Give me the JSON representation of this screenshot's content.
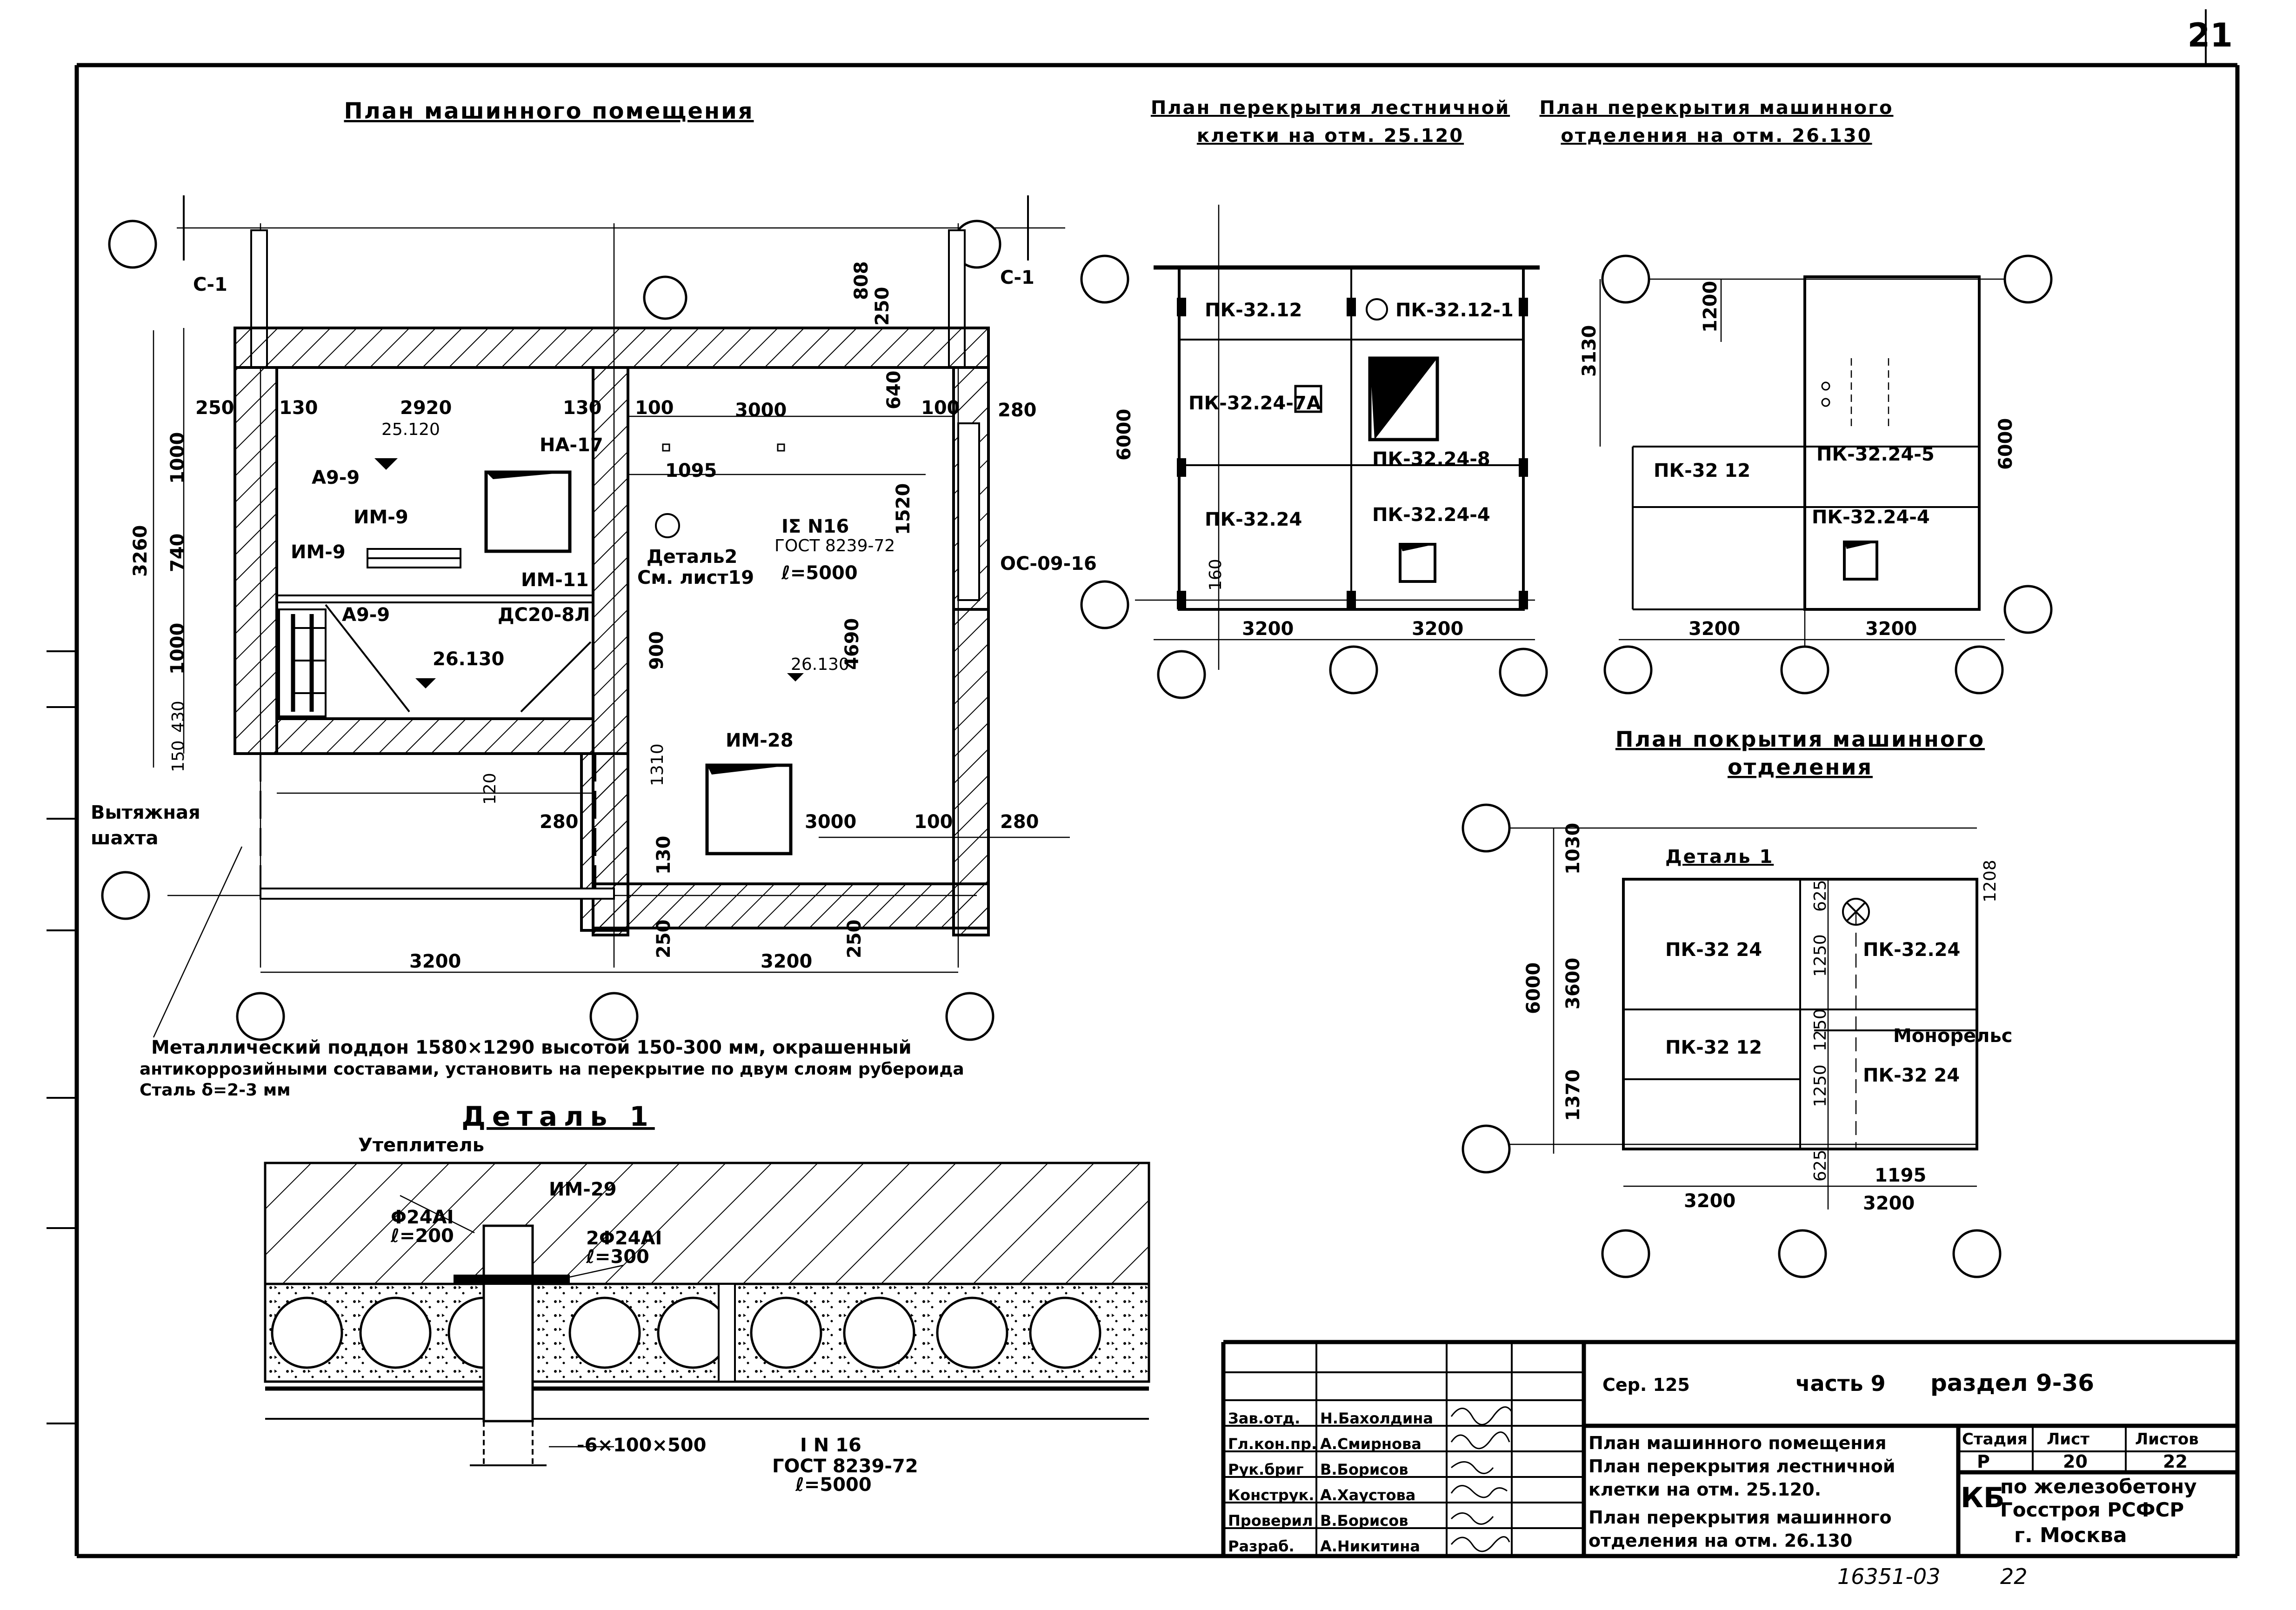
{
  "page_number": "21",
  "titles": {
    "machine_room_plan": "План машинного помещения",
    "stair_slab_plan_l1": "План перекрытия лестничной",
    "stair_slab_plan_l2": "клетки на отм. 25.120",
    "machine_slab_plan_l1": "План перекрытия машинного",
    "machine_slab_plan_l2": "отделения на отм. 26.130",
    "roof_plan_l1": "План покрытия машинного",
    "roof_plan_l2": "отделения",
    "detail_1": "Деталь 1"
  },
  "machine_room": {
    "labels": {
      "c1_left": "С-1",
      "c1_right": "С-1",
      "na17": "НА-17",
      "im9_a": "ИМ-9",
      "im9_b": "ИМ-9",
      "im11": "ИМ-11",
      "a9_a": "А9-9",
      "a9_b": "А9-9",
      "ds20": "ДС20-8Л",
      "detail2_a": "Деталь2",
      "detail2_b": "См. лист19",
      "beam_a": "ΙΣ N16",
      "beam_b": "ГОСТ 8239-72",
      "beam_c": "ℓ=5000",
      "im28": "ИМ-28",
      "os": "ОС-09-16",
      "shaft_a": "Вытяжная",
      "shaft_b": "шахта",
      "lvl_25120": "25.120",
      "lvl_26130_a": "26.130",
      "lvl_26130_b": "26.130"
    },
    "dims": {
      "d2920": "2920",
      "d3000a": "3000",
      "d3000b": "3000",
      "d130a": "130",
      "d130b": "130",
      "d130c": "130",
      "d100a": "100",
      "d100b": "100",
      "d100c": "100",
      "d250a": "250",
      "d250b": "250",
      "d250c": "250",
      "d250d": "250",
      "d280a": "280",
      "d280b": "280",
      "d280c": "280",
      "d640": "640",
      "d808": "808",
      "d1095": "1095",
      "d1520": "1520",
      "d4690": "4690",
      "d900": "900",
      "d1310": "1310",
      "d120": "120",
      "d3260": "3260",
      "d1000a": "1000",
      "d740": "740",
      "d1000b": "1000",
      "d430": "430",
      "d150": "150",
      "d3200a": "3200",
      "d3200b": "3200"
    },
    "note_l1": "Металлический поддон 1580×1290 высотой 150-300 мм, окрашенный",
    "note_l2": "антикоррозийными составами, установить на перекрытие по двум слоям рубероида",
    "note_l3": "Сталь δ=2-3 мм"
  },
  "stair_slab": {
    "labels": [
      "ПК-32.12",
      "ПК-32.12-1",
      "ПК-32.24-7А",
      "ПК-32.24-8",
      "ПК-32.24",
      "ПК-32.24-4"
    ],
    "dims": {
      "d6000": "6000",
      "d3200a": "3200",
      "d3200b": "3200",
      "d160": "160"
    }
  },
  "machine_slab": {
    "labels": [
      "ПК-32 12",
      "ПК-32.24-5",
      "ПК-32.24-4"
    ],
    "dims": {
      "d3130": "3130",
      "d1200": "1200",
      "d6000": "6000",
      "d3200a": "3200",
      "d3200b": "3200"
    }
  },
  "roof_plan": {
    "labels": {
      "detail": "Деталь 1",
      "pk_a": "ПК-32 24",
      "pk_b": "ПК-32.24",
      "pk_c": "ПК-32 12",
      "pk_d": "ПК-32 24",
      "monorail": "Монорельс"
    },
    "dims": {
      "d6000": "6000",
      "d1030": "1030",
      "d3600": "3600",
      "d1370": "1370",
      "d625a": "625",
      "d1250a": "1250",
      "d1250b": "1250",
      "d1250c": "1250",
      "d625b": "625",
      "d1208": "1208",
      "d1195": "1195",
      "d3200a": "3200",
      "d3200b": "3200"
    }
  },
  "detail_1": {
    "insulation": "Утеплитель",
    "im29": "ИМ-29",
    "rebar_a": "Φ24АΙ",
    "len_a": "ℓ=200",
    "rebar_b": "2Φ24АΙ",
    "len_b": "ℓ=300",
    "plate": "-6×100×500",
    "beam_a": "I N 16",
    "beam_b": "ГОСТ 8239-72",
    "beam_c": "ℓ=5000"
  },
  "title_block": {
    "series": "Сер. 125",
    "part": "часть 9",
    "section": "раздел 9-36",
    "roles": [
      "Зав.отд.",
      "Гл.кон.пр.",
      "Рук.бриг",
      "Конструк.",
      "Проверил",
      "Разраб."
    ],
    "names": [
      "Н.Бахолдина",
      "А.Смирнова",
      "В.Борисов",
      "А.Хаустова",
      "В.Борисов",
      "А.Никитина"
    ],
    "description": [
      "План машинного помещения",
      "План перекрытия лестничной",
      "клетки на отм. 25.120.",
      "План перекрытия машинного",
      "отделения на отм. 26.130"
    ],
    "stage_h": "Стадия",
    "sheet_h": "Лист",
    "sheets_h": "Листов",
    "stage": "Р",
    "sheet": "20",
    "sheets": "22",
    "org_mark": "КБ",
    "org": [
      "по железобетону",
      "Госстроя РСФСР",
      "г. Москва"
    ]
  },
  "archive_number": "16351-03",
  "archive_sheet": "22"
}
